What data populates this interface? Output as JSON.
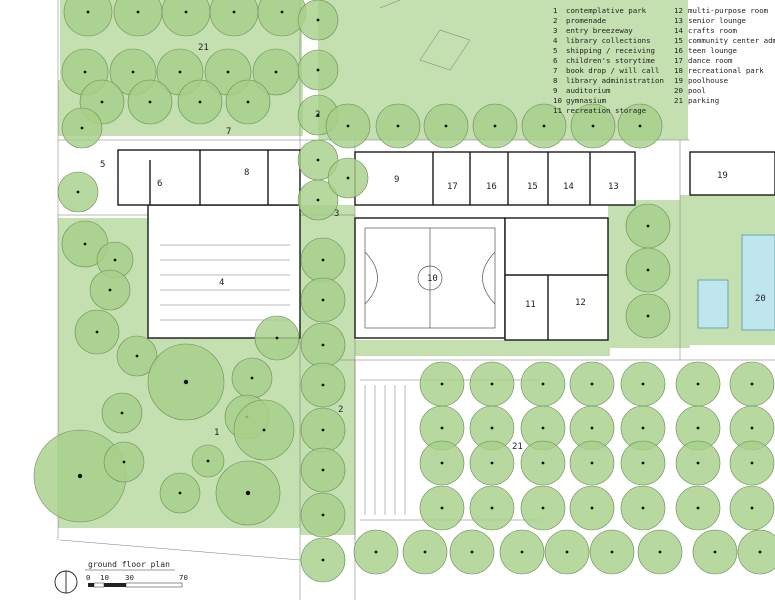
{
  "plan": {
    "title": "ground floor plan",
    "scale": {
      "ticks": [
        "0",
        "10",
        "30",
        "70"
      ]
    },
    "colors": {
      "lawn": "#c4dfb0",
      "tree": "#a7d08a",
      "pool": "#bfe6ee",
      "building": "#ffffff",
      "ink": "#1a1a1a"
    },
    "legend": [
      {
        "num": "1",
        "label": "contemplative park"
      },
      {
        "num": "2",
        "label": "promenade"
      },
      {
        "num": "3",
        "label": "entry breezeway"
      },
      {
        "num": "4",
        "label": "library collections"
      },
      {
        "num": "5",
        "label": "shipping / receiving"
      },
      {
        "num": "6",
        "label": "children's storytime"
      },
      {
        "num": "7",
        "label": "book drop / will call"
      },
      {
        "num": "8",
        "label": "library administration"
      },
      {
        "num": "9",
        "label": "auditorium"
      },
      {
        "num": "10",
        "label": "gymnasium"
      },
      {
        "num": "11",
        "label": "recreation storage"
      },
      {
        "num": "12",
        "label": "multi-purpose room"
      },
      {
        "num": "13",
        "label": "senior lounge"
      },
      {
        "num": "14",
        "label": "crafts room"
      },
      {
        "num": "15",
        "label": "community center administration"
      },
      {
        "num": "16",
        "label": "teen lounge"
      },
      {
        "num": "17",
        "label": "dance room"
      },
      {
        "num": "18",
        "label": "recreational park"
      },
      {
        "num": "19",
        "label": "poolhouse"
      },
      {
        "num": "20",
        "label": "pool"
      },
      {
        "num": "21",
        "label": "parking"
      }
    ],
    "labels": [
      "21",
      "2",
      "7",
      "5",
      "6",
      "8",
      "9",
      "17",
      "16",
      "15",
      "14",
      "13",
      "19",
      "3",
      "4",
      "10",
      "11",
      "12",
      "20",
      "1",
      "2",
      "21"
    ]
  }
}
